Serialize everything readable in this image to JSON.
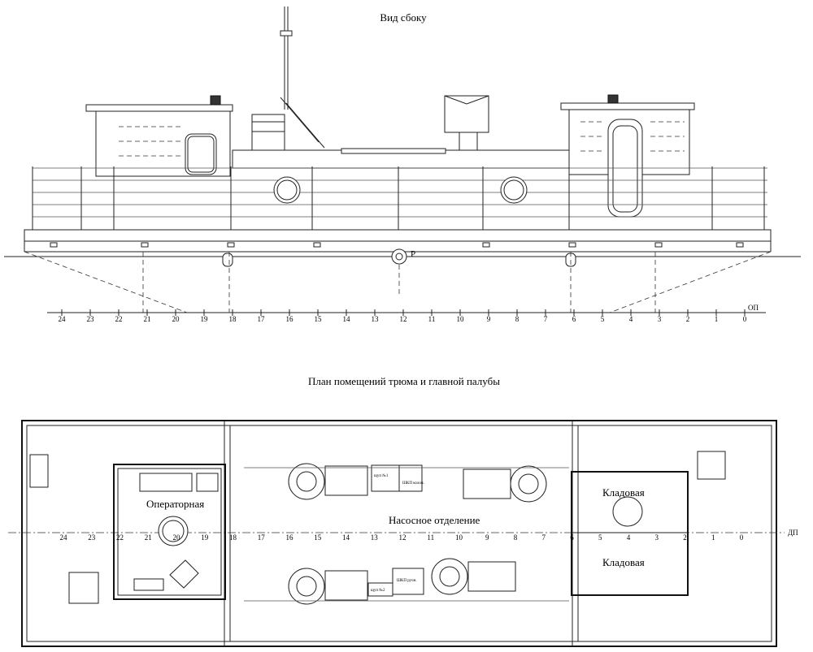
{
  "side_view": {
    "title": "Вид сбоку",
    "waterline_mark": "Р",
    "baseline_label": "ОП",
    "frames": [
      "24",
      "23",
      "22",
      "21",
      "20",
      "19",
      "18",
      "17",
      "16",
      "15",
      "14",
      "13",
      "12",
      "11",
      "10",
      "9",
      "8",
      "7",
      "6",
      "5",
      "4",
      "3",
      "2",
      "1",
      "0"
    ]
  },
  "plan_view": {
    "title": "План помещений трюма и главной палубы",
    "operator_room": "Операторная",
    "pump_room": "Насосное отделение",
    "storeroom_upper": "Кладовая",
    "storeroom_lower": "Кладовая",
    "centerline_label": "ДП",
    "frames": [
      "24",
      "23",
      "22",
      "21",
      "20",
      "19",
      "18",
      "17",
      "16",
      "15",
      "14",
      "13",
      "12",
      "11",
      "10",
      "9",
      "8",
      "7",
      "6",
      "5",
      "4",
      "3",
      "2",
      "1",
      "0"
    ],
    "equipment_labels": [
      "щуп №1",
      "ШКП колон.",
      "щуп №2",
      "ШКП ручн."
    ]
  }
}
